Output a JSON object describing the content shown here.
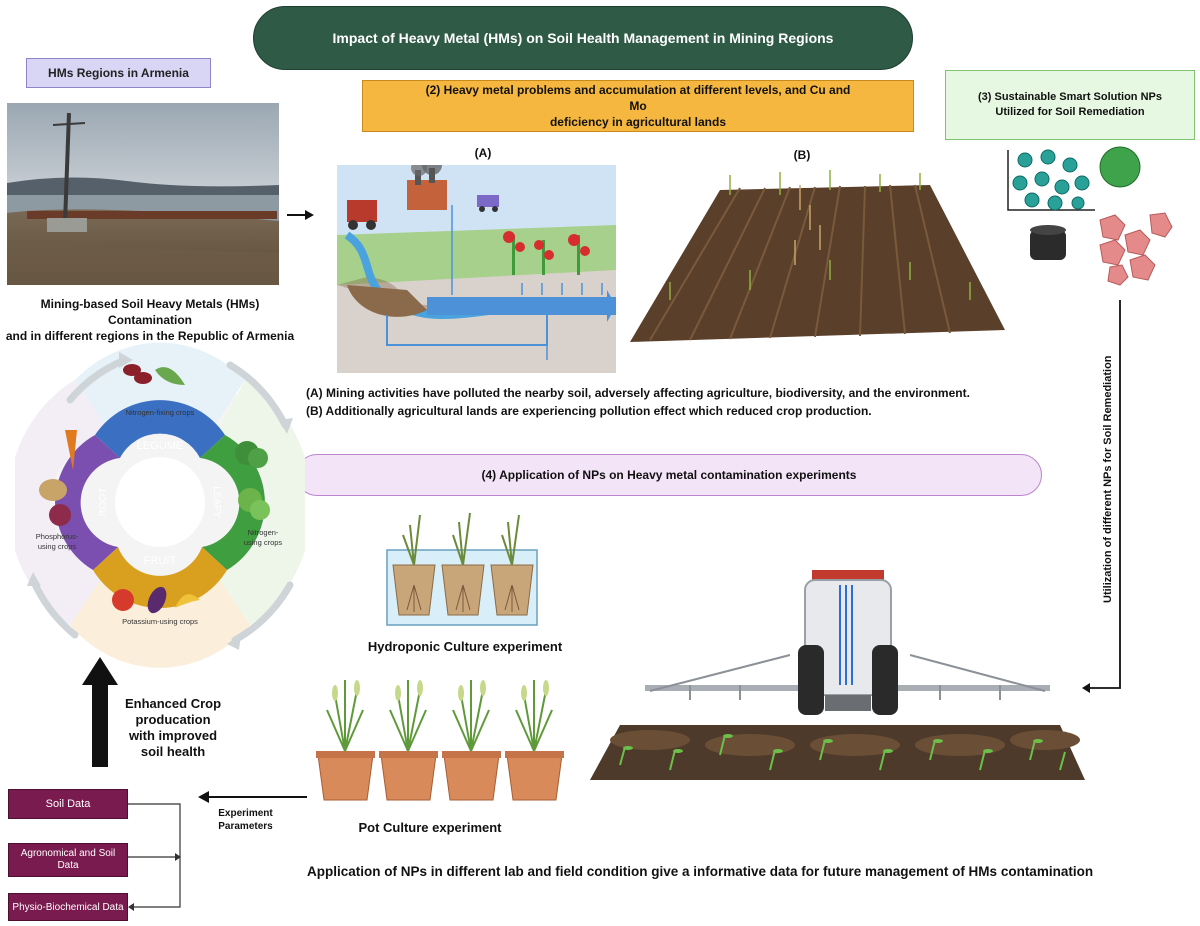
{
  "title": "Impact of Heavy Metal (HMs) on Soil Health Management in  Mining Regions",
  "armenia": {
    "tag": "HMs Regions in Armenia",
    "caption_line1": "Mining-based Soil Heavy Metals (HMs) Contamination",
    "caption_line2": "and in different regions in the Republic of Armenia"
  },
  "section2": {
    "line1": "(2) Heavy metal problems and accumulation at different levels, and Cu and Mo",
    "line2": "deficiency in agricultural lands",
    "label_a": "(A)",
    "label_b": "(B)",
    "desc_a": "(A) Mining activities have polluted the nearby soil, adversely affecting agriculture, biodiversity, and the environment.",
    "desc_b": "(B) Additionally  agricultural lands are experiencing pollution effect which reduced crop  production."
  },
  "section3": {
    "line1": "(3) Sustainable Smart  Solution NPs",
    "line2": "Utilized for Soil Remediation",
    "vertical": "Utilization of  different NPs for Soil Remediation"
  },
  "section4": {
    "label": "(4)  Application of NPs  on Heavy metal contamination  experiments",
    "hydroponic": "Hydroponic Culture experiment",
    "pot": "Pot Culture experiment"
  },
  "wheel": {
    "legume": "LEGUME",
    "leafy": "LEAFY",
    "fruit": "FRUIT",
    "root": "ROOT",
    "top": "Nitrogen-fixing crops",
    "right1": "Nitrogen-",
    "right2": "using crops",
    "bottom": "Potassium-using crops",
    "left1": "Phosphorus-",
    "left2": "using crops"
  },
  "enhanced": {
    "line1": "Enhanced Crop",
    "line2": "producation",
    "line3": "with improved",
    "line4": "soil health"
  },
  "experiment": {
    "line1": "Experiment",
    "line2": "Parameters"
  },
  "data_boxes": {
    "soil": "Soil  Data",
    "agro1": "Agronomical and Soil",
    "agro2": "Data",
    "physio": "Physio-Biochemical Data"
  },
  "footer": "Application of NPs in different lab and field condition give a informative data for future management of HMs contamination",
  "colors": {
    "title_bg": "#2e5a46",
    "box2_bg": "#f5b73f",
    "box3_bg": "#e6f7e2",
    "box4_bg": "#f3e4f8",
    "data_bg": "#7a1b4f",
    "legume": "#3a6fc2",
    "leafy": "#3f9e3f",
    "fruit": "#d9a020",
    "root": "#7b4fb0"
  }
}
